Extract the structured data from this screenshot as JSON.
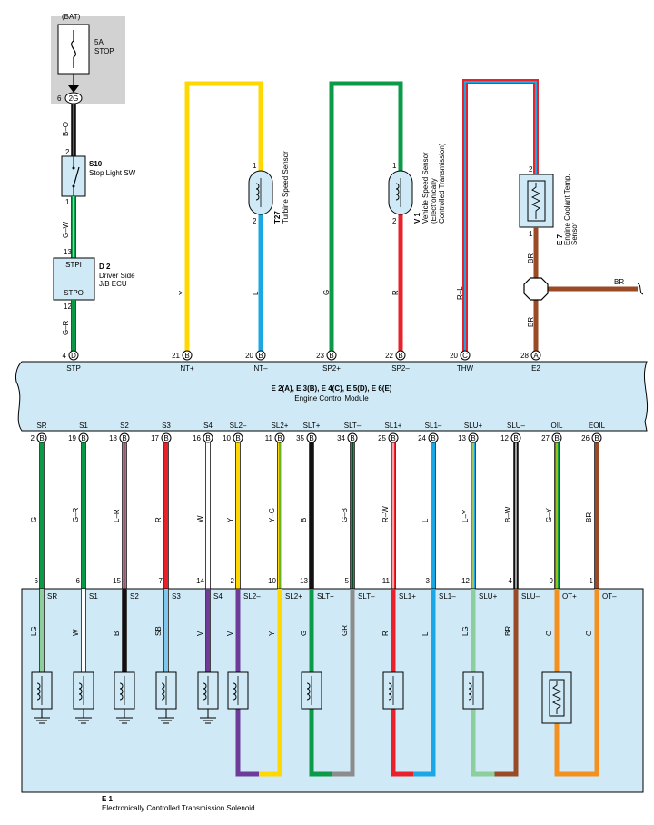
{
  "colors": {
    "Y": "#ffd800",
    "L": "#1aa7e6",
    "G": "#0a9a48",
    "R": "#e8212b",
    "BR": "#9b4a26",
    "B": "#111111",
    "W": "#ffffff",
    "LG": "#8ccf9c",
    "SB": "#7fc6ec",
    "V": "#6d3c99",
    "GR": "#8c8c8c",
    "O": "#f39020",
    "P": "#f07aa0",
    "module": "#cfeaf6",
    "grey_box": "#d2d2d2",
    "wire_border": "#444444"
  },
  "bat": {
    "label": "(BAT)",
    "fuse_amp": "5A",
    "fuse_name": "STOP",
    "conn_pin": "6",
    "conn_id": "2G"
  },
  "s10": {
    "code": "S10",
    "name": "Stop Light SW",
    "pin_top": "2",
    "pin_bottom": "1",
    "wire_top": "B–O",
    "wire_bottom": "G–W"
  },
  "d2": {
    "code": "D 2",
    "name_line1": "Driver Side",
    "name_line2": "J/B ECU",
    "pin_in": "13",
    "pin_out": "12",
    "term_in": "STPI",
    "term_out": "STPO",
    "wire_out": "G–R"
  },
  "t27": {
    "code": "T27",
    "name": "Turbine Speed Sensor",
    "pin1": "1",
    "pin2": "2",
    "wire1": "Y",
    "wire2": "L"
  },
  "v1": {
    "code": "V 1",
    "name1": "Vehicle Speed Sensor",
    "name2": "(Electronically",
    "name3": "Controlled Transmission)",
    "pin1": "1",
    "pin2": "2",
    "wire1": "G",
    "wire2": "R"
  },
  "e7": {
    "code": "E 7",
    "name1": "Engine Coolant Temp.",
    "name2": "Sensor",
    "pin1": "2",
    "pin2": "1",
    "wire1": "R–L",
    "wire2": "BR",
    "wire3": "BR",
    "wire_right": "BR"
  },
  "ecm": {
    "title": "E 2(A), E 3(B), E 4(C), E 5(D), E 6(E)",
    "name": "Engine Control Module",
    "top_pins": [
      {
        "pin": "4",
        "conn": "D",
        "term": "STP"
      },
      {
        "pin": "21",
        "conn": "B",
        "term": "NT+"
      },
      {
        "pin": "20",
        "conn": "B",
        "term": "NT–"
      },
      {
        "pin": "23",
        "conn": "B",
        "term": "SP2+"
      },
      {
        "pin": "22",
        "conn": "B",
        "term": "SP2–"
      },
      {
        "pin": "20",
        "conn": "C",
        "term": "THW"
      },
      {
        "pin": "28",
        "conn": "A",
        "term": "E2"
      }
    ],
    "bottom_pins": [
      {
        "term": "SR",
        "pin": "2",
        "conn": "B",
        "wire": "G"
      },
      {
        "term": "S1",
        "pin": "19",
        "conn": "B",
        "wire": "G–R"
      },
      {
        "term": "S2",
        "pin": "18",
        "conn": "B",
        "wire": "L–R"
      },
      {
        "term": "S3",
        "pin": "17",
        "conn": "B",
        "wire": "R"
      },
      {
        "term": "S4",
        "pin": "16",
        "conn": "B",
        "wire": "W"
      },
      {
        "term": "SL2–",
        "pin": "10",
        "conn": "B",
        "wire": "Y"
      },
      {
        "term": "SL2+",
        "pin": "11",
        "conn": "B",
        "wire": "Y–G"
      },
      {
        "term": "SLT+",
        "pin": "35",
        "conn": "B",
        "wire": "B"
      },
      {
        "term": "SLT–",
        "pin": "34",
        "conn": "B",
        "wire": "G–B"
      },
      {
        "term": "SL1+",
        "pin": "25",
        "conn": "B",
        "wire": "R–W"
      },
      {
        "term": "SL1–",
        "pin": "24",
        "conn": "B",
        "wire": "L"
      },
      {
        "term": "SLU+",
        "pin": "13",
        "conn": "B",
        "wire": "L–Y"
      },
      {
        "term": "SLU–",
        "pin": "12",
        "conn": "B",
        "wire": "B–W"
      },
      {
        "term": "OIL",
        "pin": "27",
        "conn": "B",
        "wire": "G–Y"
      },
      {
        "term": "EOIL",
        "pin": "26",
        "conn": "B",
        "wire": "BR"
      }
    ]
  },
  "e1": {
    "code": "E 1",
    "name": "Electronically Controlled Transmission Solenoid",
    "pins": [
      {
        "pin": "6",
        "term": "SR",
        "wire": "LG"
      },
      {
        "pin": "6",
        "term": "S1",
        "wire": "W"
      },
      {
        "pin": "15",
        "term": "S2",
        "wire": "B"
      },
      {
        "pin": "7",
        "term": "S3",
        "wire": "SB"
      },
      {
        "pin": "14",
        "term": "S4",
        "wire": "V"
      },
      {
        "pin": "2",
        "term": "SL2–",
        "wire": "V"
      },
      {
        "pin": "10",
        "term": "SL2+",
        "wire": "Y"
      },
      {
        "pin": "13",
        "term": "SLT+",
        "wire": "G"
      },
      {
        "pin": "5",
        "term": "SLT–",
        "wire": "GR"
      },
      {
        "pin": "11",
        "term": "SL1+",
        "wire": "R"
      },
      {
        "pin": "3",
        "term": "SL1–",
        "wire": "L"
      },
      {
        "pin": "12",
        "term": "SLU+",
        "wire": "LG"
      },
      {
        "pin": "4",
        "term": "SLU–",
        "wire": "BR"
      },
      {
        "pin": "9",
        "term": "OT+",
        "wire": "O"
      },
      {
        "pin": "1",
        "term": "OT–",
        "wire": "O"
      }
    ]
  }
}
